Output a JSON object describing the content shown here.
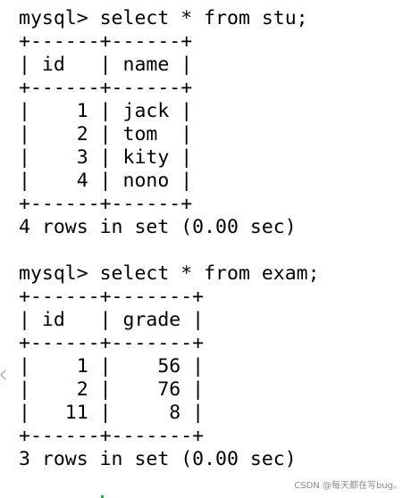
{
  "terminal": {
    "lines": [
      "mysql> select * from stu;",
      "+------+------+",
      "| id   | name |",
      "+------+------+",
      "|    1 | jack |",
      "|    2 | tom  |",
      "|    3 | kity |",
      "|    4 | nono |",
      "+------+------+",
      "4 rows in set (0.00 sec)",
      "",
      "mysql> select * from exam;",
      "+------+-------+",
      "| id   | grade |",
      "+------+-------+",
      "|    1 |    56 |",
      "|    2 |    76 |",
      "|   11 |     8 |",
      "+------+-------+",
      "3 rows in set (0.00 sec)"
    ]
  },
  "watermark": {
    "text": "CSDN @每天都在写bug。"
  },
  "icons": {
    "gutter_mark": "chevron-left-icon"
  }
}
